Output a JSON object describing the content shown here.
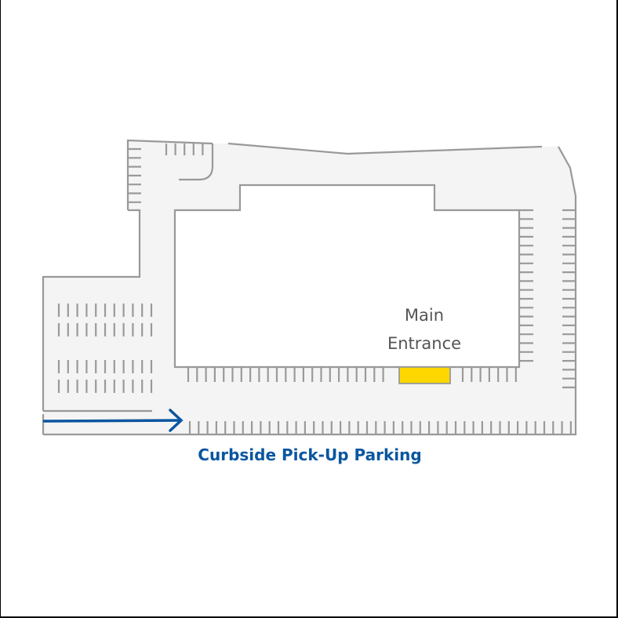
{
  "map": {
    "title": "Curbside Pick-Up Parking",
    "building_label_line1": "Main",
    "building_label_line2": "Entrance",
    "colors": {
      "lot_fill": "#f4f4f4",
      "outline": "#999999",
      "building_fill": "#ffffff",
      "entrance": "#ffd700",
      "accent": "#0a56a0",
      "label_text": "#555555"
    },
    "legend": {
      "curbside_arrow": "arrow-right",
      "highlight": "Main Entrance (yellow)"
    }
  }
}
